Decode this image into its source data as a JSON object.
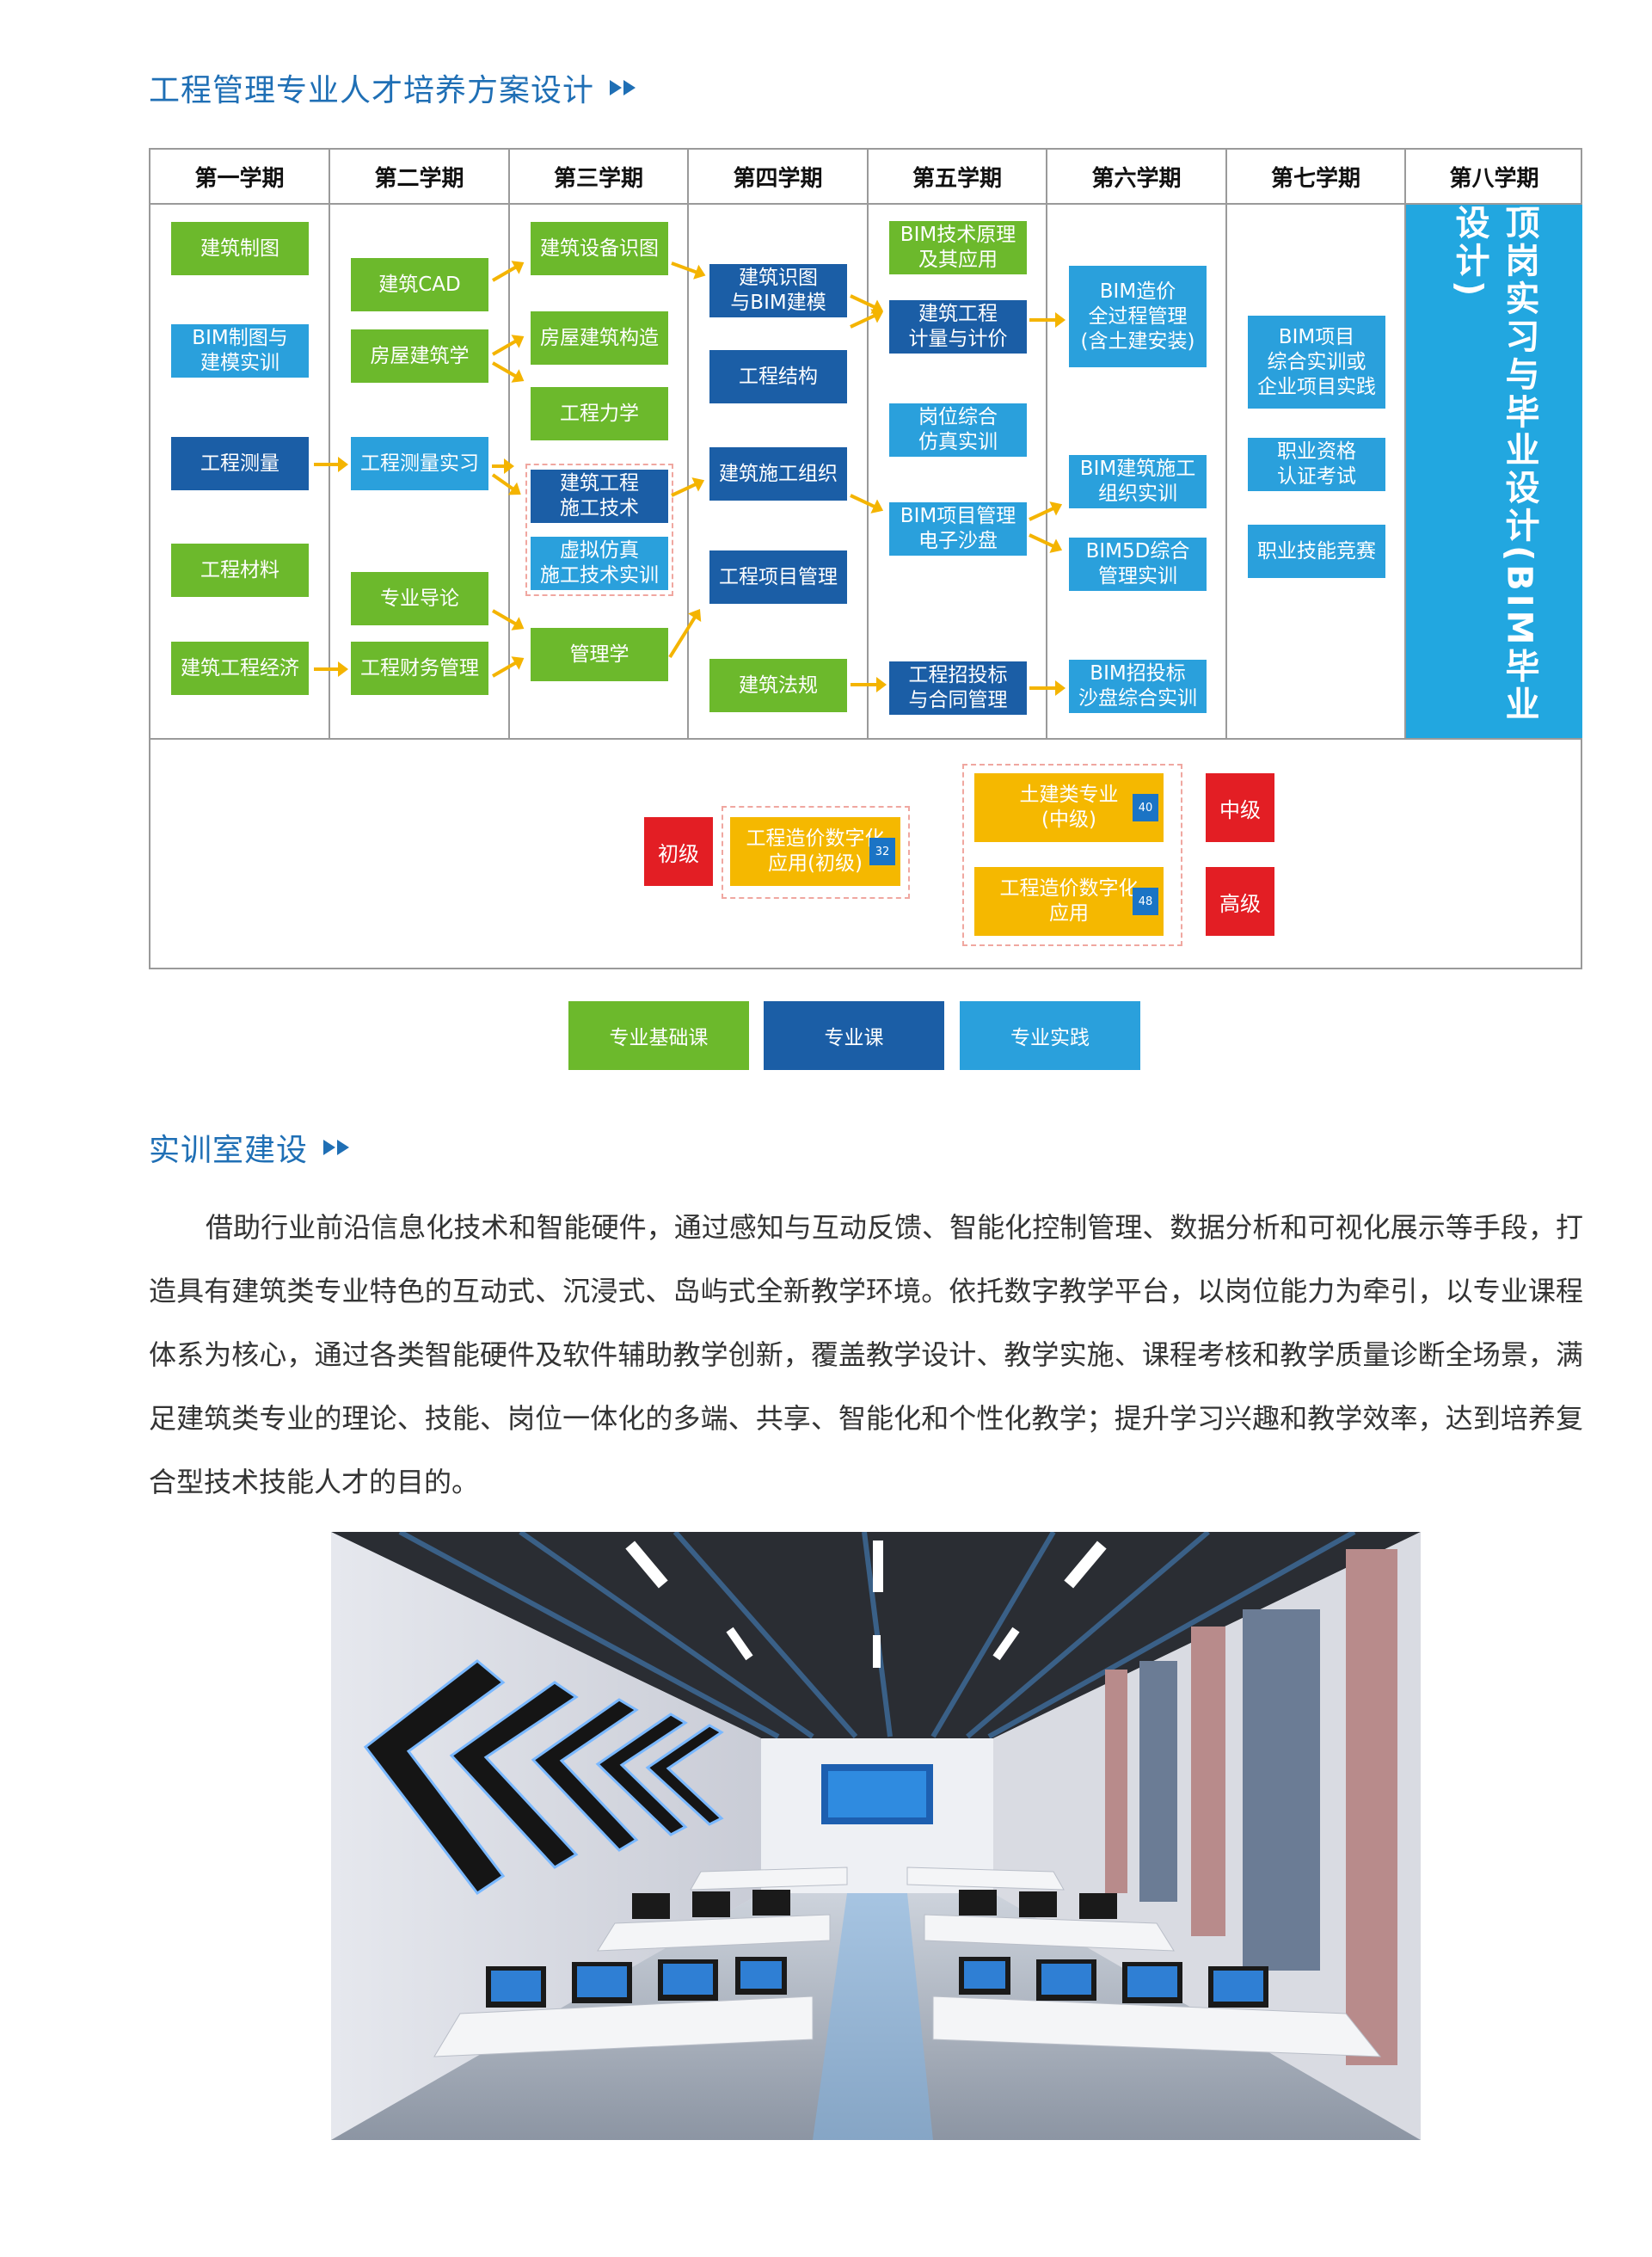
{
  "title1": "工程管理专业人才培养方案设计",
  "semesters": [
    "第一学期",
    "第二学期",
    "第三学期",
    "第四学期",
    "第五学期",
    "第六学期",
    "第七学期",
    "第八学期"
  ],
  "courses": {
    "c1_1": "建筑制图",
    "c1_2": "BIM制图与\n建模实训",
    "c1_3": "工程测量",
    "c1_4": "工程材料",
    "c1_5": "建筑工程经济",
    "c2_1": "建筑CAD",
    "c2_2": "房屋建筑学",
    "c2_3": "工程测量实习",
    "c2_4": "专业导论",
    "c2_5": "工程财务管理",
    "c3_1": "建筑设备识图",
    "c3_2": "房屋建筑构造",
    "c3_3": "工程力学",
    "c3_4": "建筑工程\n施工技术",
    "c3_5": "虚拟仿真\n施工技术实训",
    "c3_6": "管理学",
    "c4_1": "建筑识图\n与BIM建模",
    "c4_2": "工程结构",
    "c4_3": "建筑施工组织",
    "c4_4": "工程项目管理",
    "c4_5": "建筑法规",
    "c5_1": "BIM技术原理\n及其应用",
    "c5_2": "建筑工程\n计量与计价",
    "c5_3": "岗位综合\n仿真实训",
    "c5_4": "BIM项目管理\n电子沙盘",
    "c5_5": "工程招投标\n与合同管理",
    "c6_1": "BIM造价\n全过程管理\n(含土建安装)",
    "c6_2": "BIM建筑施工\n组织实训",
    "c6_3": "BIM5D综合\n管理实训",
    "c6_4": "BIM招投标\n沙盘综合实训",
    "c7_1": "BIM项目\n综合实训或\n企业项目实践",
    "c7_2": "职业资格\n认证考试",
    "c7_3": "职业技能竞赛",
    "c8": "顶岗实习与毕业设计(BIM毕业设计)"
  },
  "certs": {
    "primary_level": "初级",
    "primary_name": "工程造价数字化\n应用(初级)",
    "primary_num": "32",
    "mid_name": "土建类专业\n(中级)",
    "mid_num": "40",
    "mid_level": "中级",
    "high_name": "工程造价数字化\n应用",
    "high_num": "48",
    "high_level": "高级"
  },
  "legend": [
    "专业基础课",
    "专业课",
    "专业实践"
  ],
  "colors": {
    "foundation": "#6cb92c",
    "major": "#1b5ea6",
    "practice": "#2aa0dc",
    "arrow": "#f4b400",
    "title": "#1f6fb5"
  },
  "title2": "实训室建设",
  "paragraph": "借助行业前沿信息化技术和智能硬件，通过感知与互动反馈、智能化控制管理、数据分析和可视化展示等手段，打造具有建筑类专业特色的互动式、沉浸式、岛屿式全新教学环境。依托数字教学平台，以岗位能力为牵引，以专业课程体系为核心，通过各类智能硬件及软件辅助教学创新，覆盖教学设计、教学实施、课程考核和教学质量诊断全场景，满足建筑类专业的理论、技能、岗位一体化的多端、共享、智能化和个性化教学；提升学习兴趣和教学效率，达到培养复合型技术技能人才的目的。"
}
